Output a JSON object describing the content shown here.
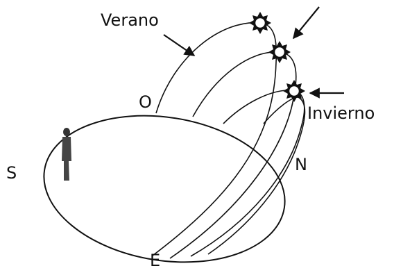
{
  "labels": {
    "summer": "Verano",
    "winter": "Invierno",
    "west": "O",
    "south": "S",
    "north": "N",
    "east": "E"
  },
  "colors": {
    "ink": "#111111",
    "background": "#ffffff",
    "sun_fill": "#ffffff"
  },
  "icons": [
    "sun-icon",
    "person-icon",
    "arrow-icon"
  ]
}
